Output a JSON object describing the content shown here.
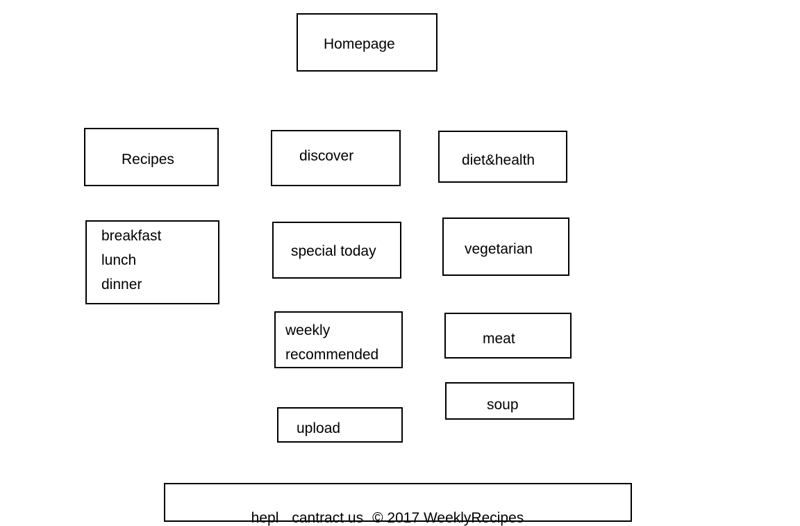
{
  "diagram": {
    "homepage": "Homepage",
    "columns": {
      "recipes": {
        "title": "Recipes",
        "items": [
          "breakfast",
          "lunch",
          "dinner"
        ]
      },
      "discover": {
        "title": "discover",
        "items": [
          "special today",
          "weekly recommended",
          "upload"
        ],
        "weekly_lines": [
          "weekly",
          "recommended"
        ]
      },
      "diet_health": {
        "title": "diet&health",
        "items": [
          "vegetarian",
          "meat",
          "soup"
        ]
      }
    },
    "footer": {
      "help": "hepl",
      "contact": "cantract us",
      "copyright": "© 2017 WeeklyRecipes"
    }
  }
}
